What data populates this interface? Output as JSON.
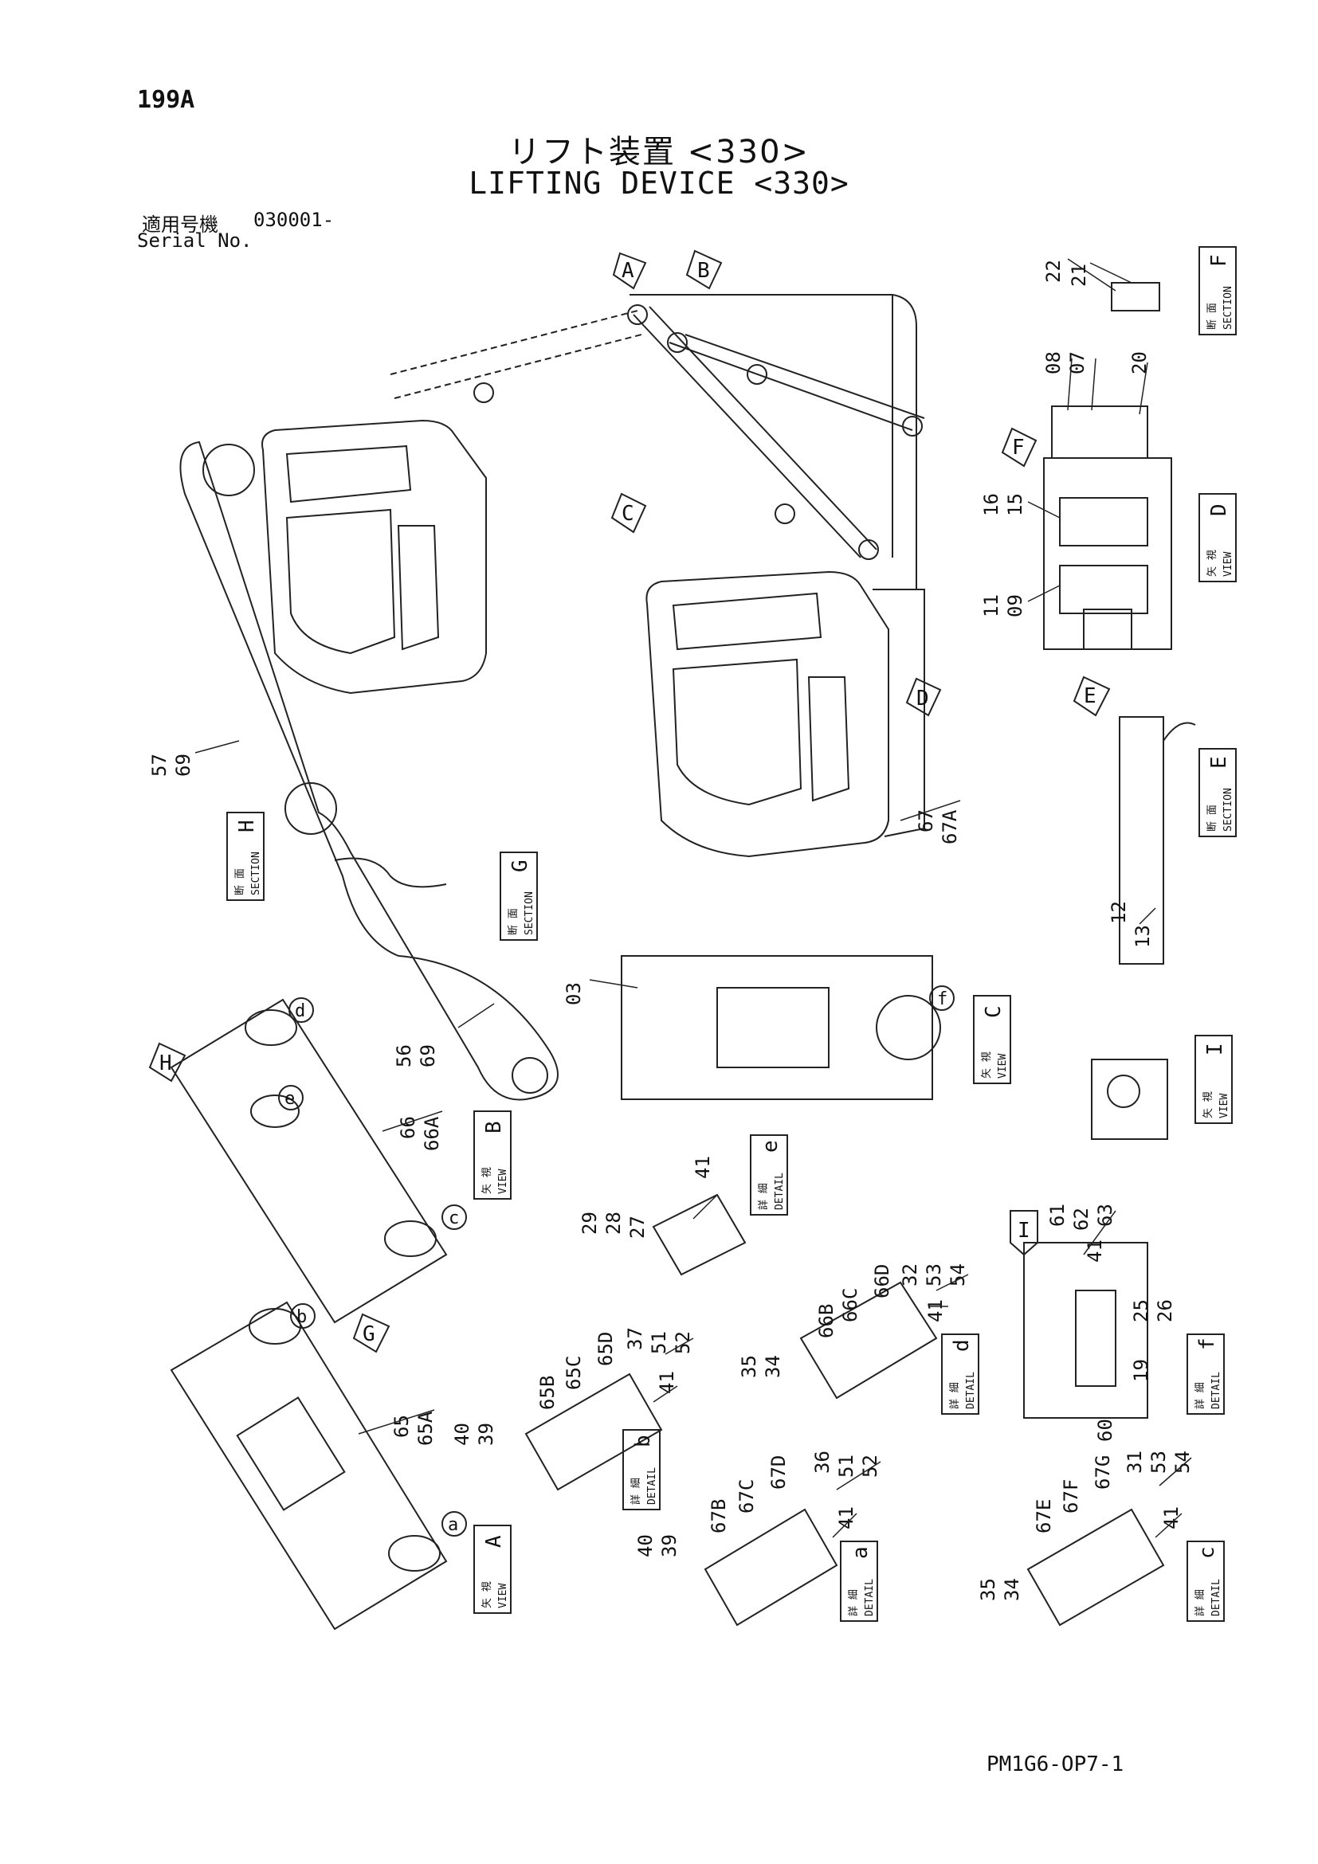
{
  "page": {
    "number": "199A",
    "title_jp": "リフト装置 <330>",
    "title_en": "LIFTING DEVICE <330>",
    "serial_label_jp": "適用号機",
    "serial_value": "030001-",
    "serial_label_en": "Serial No.",
    "doc_code": "PM1G6-OP7-1"
  },
  "part_labels": {
    "p03": "03",
    "p07": "07",
    "p08": "08",
    "p09": "09",
    "p11": "11",
    "p12": "12",
    "p13": "13",
    "p15": "15",
    "p16": "16",
    "p19": "19",
    "p20": "20",
    "p21": "21",
    "p22": "22",
    "p25": "25",
    "p26": "26",
    "p27": "27",
    "p28": "28",
    "p29": "29",
    "p31": "31",
    "p32": "32",
    "p34": "34",
    "p35": "35",
    "p36": "36",
    "p37": "37",
    "p39": "39",
    "p40": "40",
    "p41": "41",
    "p51": "51",
    "p52": "52",
    "p53": "53",
    "p54": "54",
    "p56": "56",
    "p57": "57",
    "p60": "60",
    "p61": "61",
    "p62": "62",
    "p63": "63",
    "p65": "65",
    "p65A": "65A",
    "p65B": "65B",
    "p65C": "65C",
    "p65D": "65D",
    "p66": "66",
    "p66A": "66A",
    "p66B": "66B",
    "p66C": "66C",
    "p66D": "66D",
    "p67": "67",
    "p67A": "67A",
    "p67B": "67B",
    "p67C": "67C",
    "p67D": "67D",
    "p67E": "67E",
    "p67F": "67F",
    "p67G": "67G",
    "p69": "69"
  },
  "callouts": {
    "A": "A",
    "B": "B",
    "C": "C",
    "D": "D",
    "E": "E",
    "F": "F",
    "G": "G",
    "H": "H",
    "I": "I",
    "a": "a",
    "b": "b",
    "c": "c",
    "d": "d",
    "e": "e",
    "f": "f"
  },
  "view_tags": {
    "view_jp": "矢 視",
    "view_en": "VIEW",
    "section_jp": "断 面",
    "section_en": "SECTION",
    "detail_jp": "詳 細",
    "detail_en": "DETAIL"
  }
}
